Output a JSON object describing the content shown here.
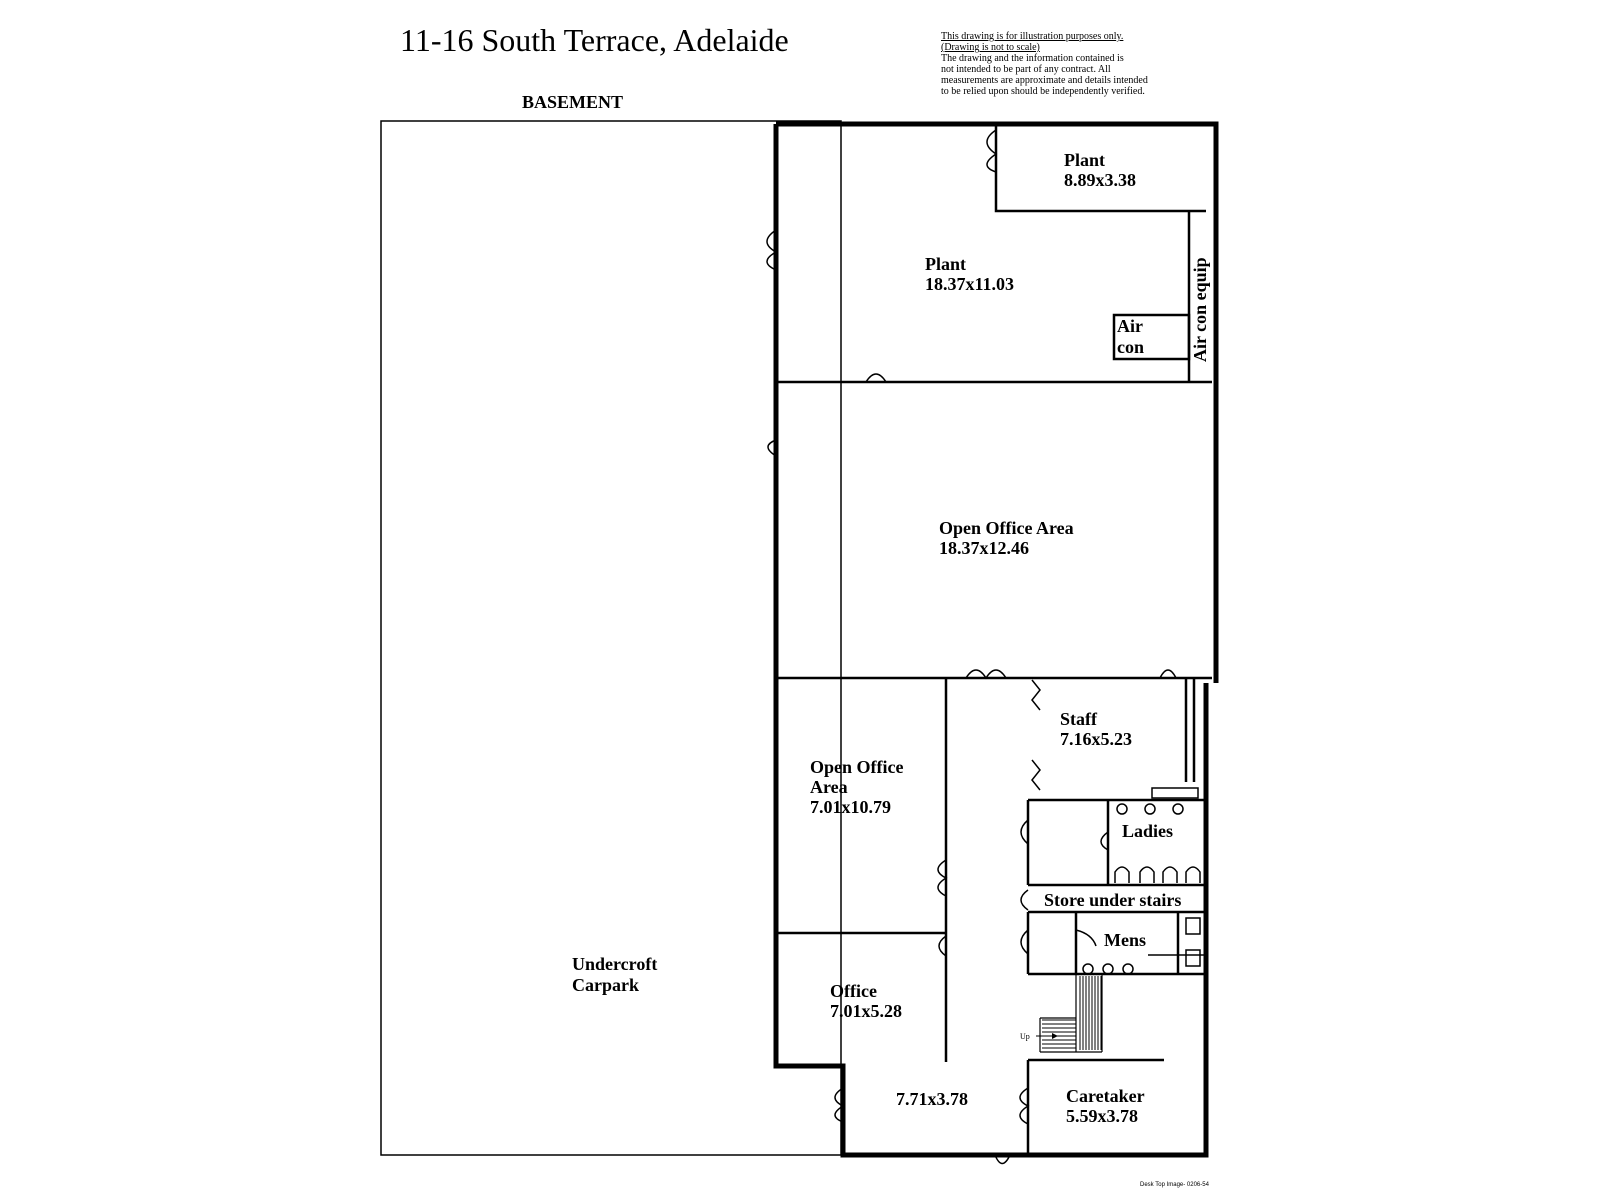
{
  "title": "11-16 South Terrace,  Adelaide",
  "subtitle": "BASEMENT",
  "disclaimer": {
    "line1": "This drawing is for illustration purposes only.",
    "line2": "(Drawing is not to scale)",
    "line3": "The drawing and the information contained is",
    "line4": "not intended to be part of any contract.  All",
    "line5": "measurements are approximate and details intended",
    "line6": "to be relied upon should be independently verified."
  },
  "rooms": {
    "plant_small": {
      "name": "Plant",
      "size": "8.89x3.38"
    },
    "plant_large": {
      "name": "Plant",
      "size": "18.37x11.03"
    },
    "aircon": {
      "line1": "Air",
      "line2": "con"
    },
    "aircon_equip": {
      "name": "Air con equip"
    },
    "open_office_large": {
      "name": "Open Office Area",
      "size": "18.37x12.46"
    },
    "staff": {
      "name": "Staff",
      "size": "7.16x5.23"
    },
    "open_office_small": {
      "line1": "Open Office",
      "line2": "Area",
      "size": "7.01x10.79"
    },
    "ladies": {
      "name": "Ladies"
    },
    "store": {
      "name": "Store under stairs"
    },
    "mens": {
      "name": "Mens"
    },
    "undercroft": {
      "line1": "Undercroft",
      "line2": "Carpark"
    },
    "office": {
      "name": "Office",
      "size": "7.01x5.28"
    },
    "lobby": {
      "size": "7.71x3.78"
    },
    "caretaker": {
      "name": "Caretaker",
      "size": "5.59x3.78"
    }
  },
  "stairs_label": "Up",
  "credit": "Desk Top Image- 0206-54"
}
